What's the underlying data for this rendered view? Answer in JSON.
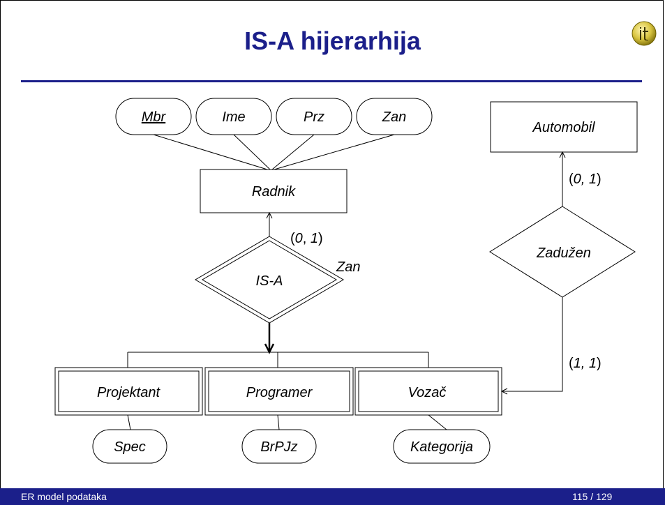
{
  "title": "IS-A hijerarhija",
  "footer": {
    "left": "ER model podataka",
    "right": "115 / 129"
  },
  "colors": {
    "title": "#1b1f8a",
    "footer_bg": "#1b1f8a",
    "logo": "#c8b400"
  },
  "logo_icon": "it-logo-icon",
  "attributes": [
    "Mbr",
    "Ime",
    "Prz",
    "Zan"
  ],
  "entities": {
    "radnik": "Radnik",
    "automobil": "Automobil",
    "projektant": "Projektant",
    "programer": "Programer",
    "vozac": "Vozač"
  },
  "relationships": {
    "isa": "IS-A",
    "zaduzen": "Zadužen"
  },
  "discriminator": "Zan",
  "subtype_attributes": {
    "projektant": "Spec",
    "programer": "BrPJz",
    "vozac": "Kategorija"
  },
  "cardinalities": {
    "isa_radnik": {
      "open": "(",
      "a": "0",
      "sep": ", ",
      "b": "1",
      "close": ")"
    },
    "zaduzen_automobil": {
      "open": "(",
      "a": "0",
      "sep": ", ",
      "b": "1",
      "close": ")"
    },
    "zaduzen_vozac": {
      "open": "(",
      "a": "1",
      "sep": ", ",
      "b": "1",
      "close": ")"
    }
  }
}
